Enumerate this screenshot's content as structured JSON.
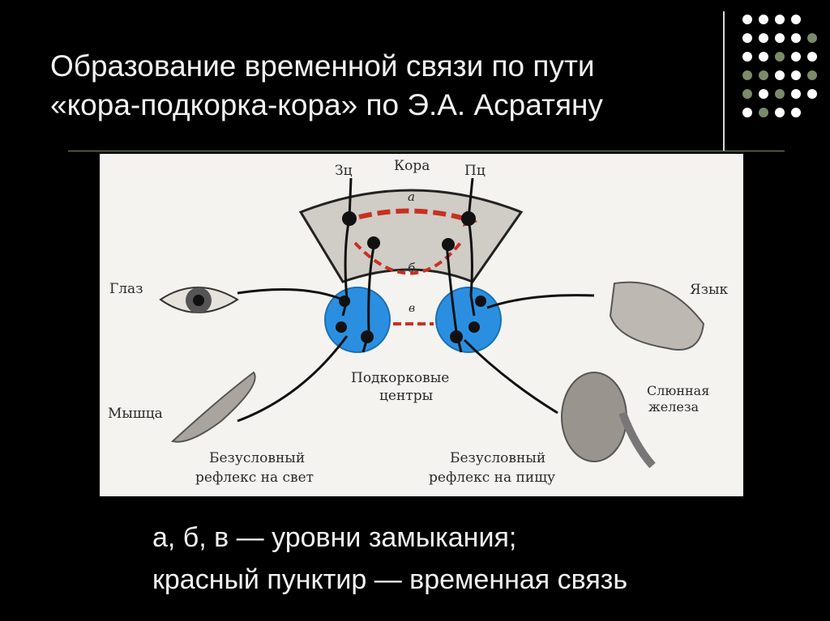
{
  "slide": {
    "title_line1": "Образование временной связи по пути",
    "title_line2": "«кора-подкорка-кора» по Э.А. Асратяну",
    "caption_line1": "а, б, в — уровни замыкания;",
    "caption_line2": "красный пунктир — временная связь"
  },
  "diagram": {
    "label_zc": "Зц",
    "label_cortex": "Кора",
    "label_pc": "Пц",
    "level_a": "а",
    "level_b": "б",
    "level_v": "в",
    "label_eye": "Глаз",
    "label_tongue": "Язык",
    "label_muscle": "Мышца",
    "label_subcortical_1": "Подкорковые",
    "label_subcortical_2": "центры",
    "label_gland_1": "Слюнная",
    "label_gland_2": "железа",
    "label_reflex_light_1": "Безусловный",
    "label_reflex_light_2": "рефлекс на свет",
    "label_reflex_food_1": "Безусловный",
    "label_reflex_food_2": "рефлекс на пищу"
  },
  "colors": {
    "background": "#000000",
    "text": "#f2f2f2",
    "dot_white": "#ffffff",
    "dot_green": "#7a8a6a",
    "temporary_link": "#c83020",
    "subcortical_center": "#2a8fe0",
    "cortex_fill": "#d0ccc6"
  }
}
